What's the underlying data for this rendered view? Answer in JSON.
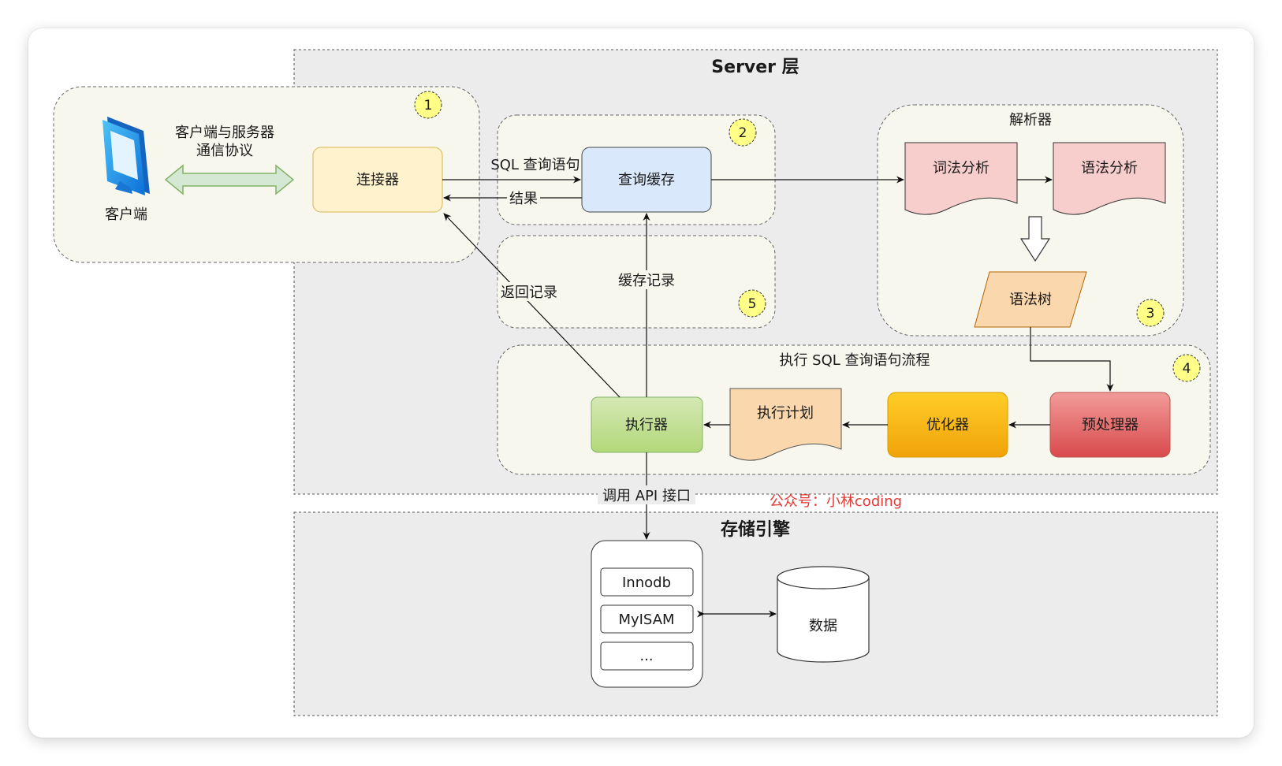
{
  "server_layer": {
    "title": "Server 层"
  },
  "storage_layer": {
    "title": "存储引擎"
  },
  "client": {
    "label": "客户端",
    "protocol_line1": "客户端与服务器",
    "protocol_line2": "通信协议"
  },
  "connector": {
    "label": "连接器"
  },
  "query_cache": {
    "label": "查询缓存"
  },
  "parser": {
    "title": "解析器",
    "lexical": "词法分析",
    "syntax": "语法分析",
    "tree": "语法树"
  },
  "execution": {
    "title": "执行 SQL 查询语句流程",
    "executor": "执行器",
    "plan": "执行计划",
    "optimizer": "优化器",
    "preprocessor": "预处理器"
  },
  "edges": {
    "sql_query": "SQL 查询语句",
    "result": "结果",
    "return_records": "返回记录",
    "cache_records": "缓存记录",
    "call_api": "调用 API 接口"
  },
  "engines": [
    "Innodb",
    "MyISAM",
    "..."
  ],
  "data_store": {
    "label": "数据"
  },
  "badges": [
    "1",
    "2",
    "3",
    "4",
    "5"
  ],
  "watermark": "公众号：小林coding",
  "colors": {
    "connector": "#fff2cc",
    "query_cache": "#dae8fc",
    "parser_doc": "#f8cecc",
    "syntax_tree": "#fad7ac",
    "executor": "#d5e8b4",
    "optimizer": "#f5b623",
    "preprocessor": "#e0686a",
    "badge": "#ffff88",
    "watermark": "#e53935"
  }
}
